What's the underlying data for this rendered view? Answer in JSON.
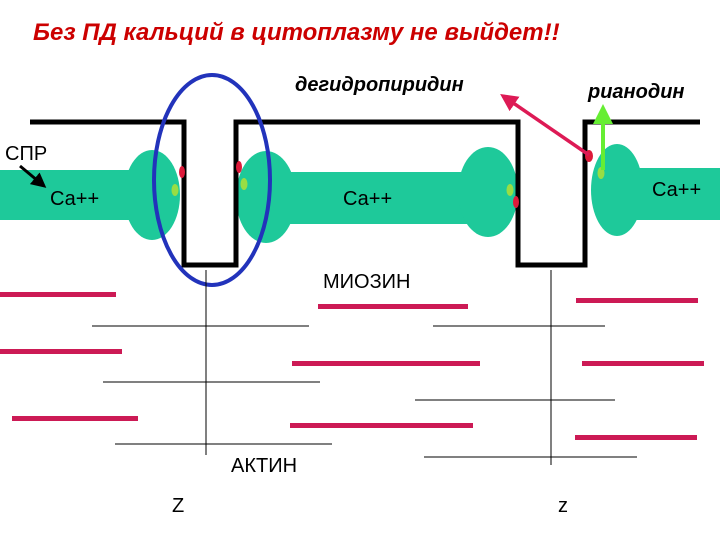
{
  "title": "Без ПД кальций в цитоплазму не выйдет!!",
  "labels": {
    "dhp": "дегидропиридин",
    "ryanodine": "рианодин",
    "spr": "СПР",
    "ca_left": "Са++",
    "ca_middle": "Са++",
    "ca_right": "Са++",
    "myosin": "МИОЗИН",
    "actin": "АКТИН",
    "z_left": "Z",
    "z_right": "z"
  },
  "colors": {
    "title": "#cc0000",
    "reticulum": "#1ec99a",
    "membrane": "#000000",
    "myosin": "#cc1a55",
    "actin": "#000000",
    "highlight_ellipse": "#2233bb",
    "dhp_arrow": "#dd1a55",
    "ryanodine_arrow": "#66ee33",
    "receptor_red": "#dd1a3a",
    "receptor_green": "#99dd44"
  }
}
